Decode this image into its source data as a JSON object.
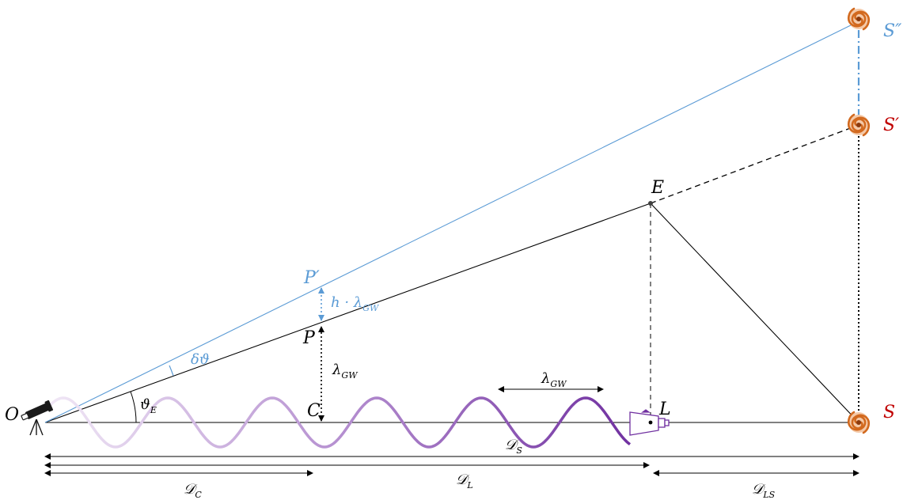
{
  "labels": {
    "O": "O",
    "S": "S",
    "S_prime": "S′",
    "S_double_prime": "S″",
    "E": "E",
    "L": "L",
    "C": "C",
    "P": "P",
    "P_prime": "P′",
    "h_lambda": "h · λ",
    "h_lambda_sub": "GW",
    "lambda_vertical": "λ",
    "lambda_vertical_sub": "GW",
    "lambda_wave": "λ",
    "lambda_wave_sub": "GW",
    "theta_E": "ϑ",
    "theta_E_sub": "E",
    "delta_theta": "δϑ",
    "D_S": "𝒟",
    "D_S_sub": "S",
    "D_L": "𝒟",
    "D_L_sub": "L",
    "D_C": "𝒟",
    "D_C_sub": "C",
    "D_LS": "𝒟",
    "D_LS_sub": "LS"
  },
  "colors": {
    "source_label": "#c00000",
    "deflected_ray": "#5b9bd5",
    "wave_start": "#e6d6ef",
    "wave_end": "#7030a0",
    "galaxy": "#e07b39",
    "lens": "#7030a0",
    "line": "#000000"
  },
  "icons": [
    "telescope-icon",
    "spiral-galaxy-icon",
    "gw-emitter-icon"
  ]
}
